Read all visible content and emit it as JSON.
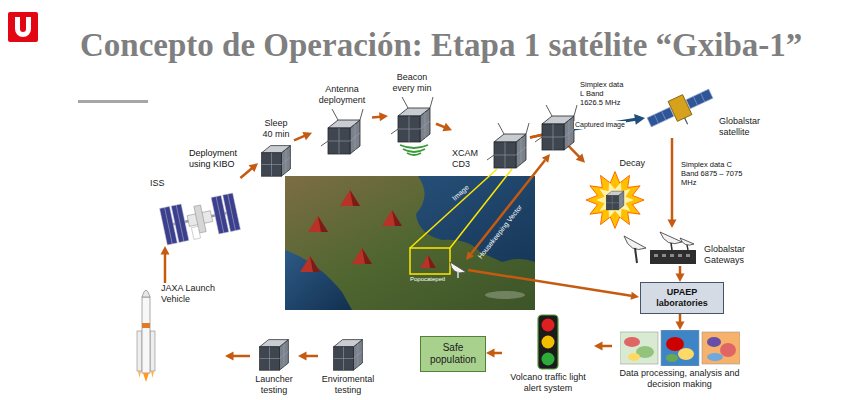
{
  "diagram": {
    "title": "Concepto de Operación: Etapa 1 satélite “Gxiba-1”",
    "nodes": [
      {
        "text": [
          "JAXA Launch Vehicle"
        ]
      },
      {
        "text": [
          "ISS"
        ]
      },
      {
        "text": [
          "Sleep 40 min"
        ]
      },
      {
        "text": [
          "Antenna deployment"
        ]
      },
      {
        "text": [
          "Beacon every min"
        ]
      },
      {
        "text": [
          "XCAM CD3"
        ]
      },
      {
        "text": [
          "Decay"
        ]
      },
      {
        "text": [
          "Globalstar satellite"
        ]
      },
      {
        "text": [
          "Globalstar Gateways"
        ]
      },
      {
        "text": [
          "UPAEP laboratories"
        ]
      },
      {
        "text": [
          "Data processing, analysis and decision making"
        ]
      },
      {
        "text": [
          "Volcano traffic light alert system"
        ]
      },
      {
        "text": [
          "Safe population"
        ]
      },
      {
        "text": [
          "Enviromental testing"
        ]
      },
      {
        "text": [
          "Launcher testing"
        ]
      }
    ],
    "edges": [
      {
        "from": 0,
        "to": 1,
        "arrow": "to"
      },
      {
        "from": 1,
        "to": 2,
        "arrow": "to",
        "label": "Deployment using KIBO"
      },
      {
        "from": 2,
        "to": 3,
        "arrow": "to"
      },
      {
        "from": 3,
        "to": 4,
        "arrow": "to"
      },
      {
        "from": 4,
        "to": 5,
        "arrow": "to"
      },
      {
        "from": 5,
        "to": 6,
        "arrow": "to"
      },
      {
        "from": 5,
        "to": 7,
        "arrow": "to",
        "label": "Captured image"
      },
      {
        "from": 7,
        "to": 8,
        "arrow": "to",
        "label": "Simplex data C Band 6875 – 7075 MHz"
      },
      {
        "from": 8,
        "to": 9,
        "arrow": "to"
      },
      {
        "from": 9,
        "to": 10,
        "arrow": "to"
      },
      {
        "from": 10,
        "to": 11,
        "arrow": "to"
      },
      {
        "from": 11,
        "to": 12,
        "arrow": "to"
      },
      {
        "from": 14,
        "to": 0,
        "arrow": "to"
      },
      {
        "from": 13,
        "to": 14,
        "arrow": "to"
      }
    ],
    "labels": [
      "Simplex data L Band 1626.5 MHz",
      "Image",
      "Housekeeping Vector",
      "Popocatepetl"
    ]
  }
}
